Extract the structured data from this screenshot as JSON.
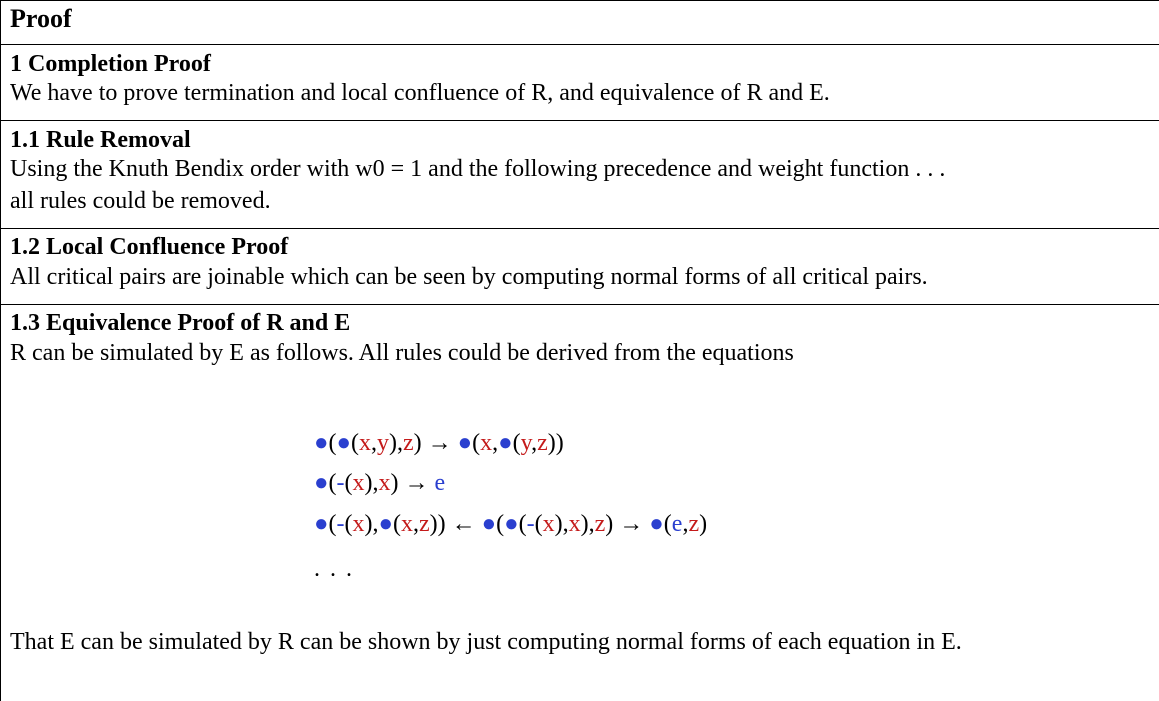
{
  "title": "Proof",
  "sections": [
    {
      "heading": "1 Completion Proof",
      "text": "We have to prove termination and local confluence of R, and equivalence of R and E."
    },
    {
      "heading": "1.1 Rule Removal",
      "text_line1": "Using the Knuth Bendix order with w0 = 1 and the following precedence and weight function . . .",
      "text_line2": "all rules could be removed."
    },
    {
      "heading": "1.2 Local Confluence Proof",
      "text": "All critical pairs are joinable which can be seen by computing normal forms of all critical pairs."
    },
    {
      "heading": "1.3 Equivalence Proof of R and E",
      "text": "R can be simulated by E as follows. All rules could be derived from the equations",
      "derivation": {
        "line1": {
          "dot1": "●",
          "p1": "(",
          "dot2": "●",
          "p2": "(",
          "x": "x",
          "c1": ",",
          "y": "y",
          "p3": "),",
          "z": "z",
          "p4": ")",
          "arrow": " → ",
          "dot3": "●",
          "p5": "(",
          "x2": "x",
          "c2": ",",
          "dot4": "●",
          "p6": "(",
          "y2": "y",
          "c3": ",",
          "z2": "z",
          "p7": "))"
        },
        "line2": {
          "dot1": "●",
          "p1": "(",
          "minus": "-",
          "p2": "(",
          "x": "x",
          "p3": "),",
          "x2": "x",
          "p4": ")",
          "arrow": " → ",
          "e": "e"
        },
        "line3": {
          "dot1": "●",
          "p1": "(",
          "minus": "-",
          "p2": "(",
          "x": "x",
          "p3": "),",
          "dot2": "●",
          "p4": "(",
          "x2": "x",
          "c1": ",",
          "z": "z",
          "p5": "))",
          "larrow": " ← ",
          "dot3": "●",
          "p6": "(",
          "dot4": "●",
          "p7": "(",
          "minus2": "-",
          "p8": "(",
          "x3": "x",
          "p9": "),",
          "x4": "x",
          "p10": "),",
          "z2": "z",
          "p11": ")",
          "arrow": " → ",
          "dot5": "●",
          "p12": "(",
          "e": "e",
          "c2": ",",
          "z3": "z",
          "p13": ")"
        },
        "ellipsis": ". . ."
      },
      "closing": "That E can be simulated by R can be shown by just computing normal forms of each equation in E."
    }
  ]
}
